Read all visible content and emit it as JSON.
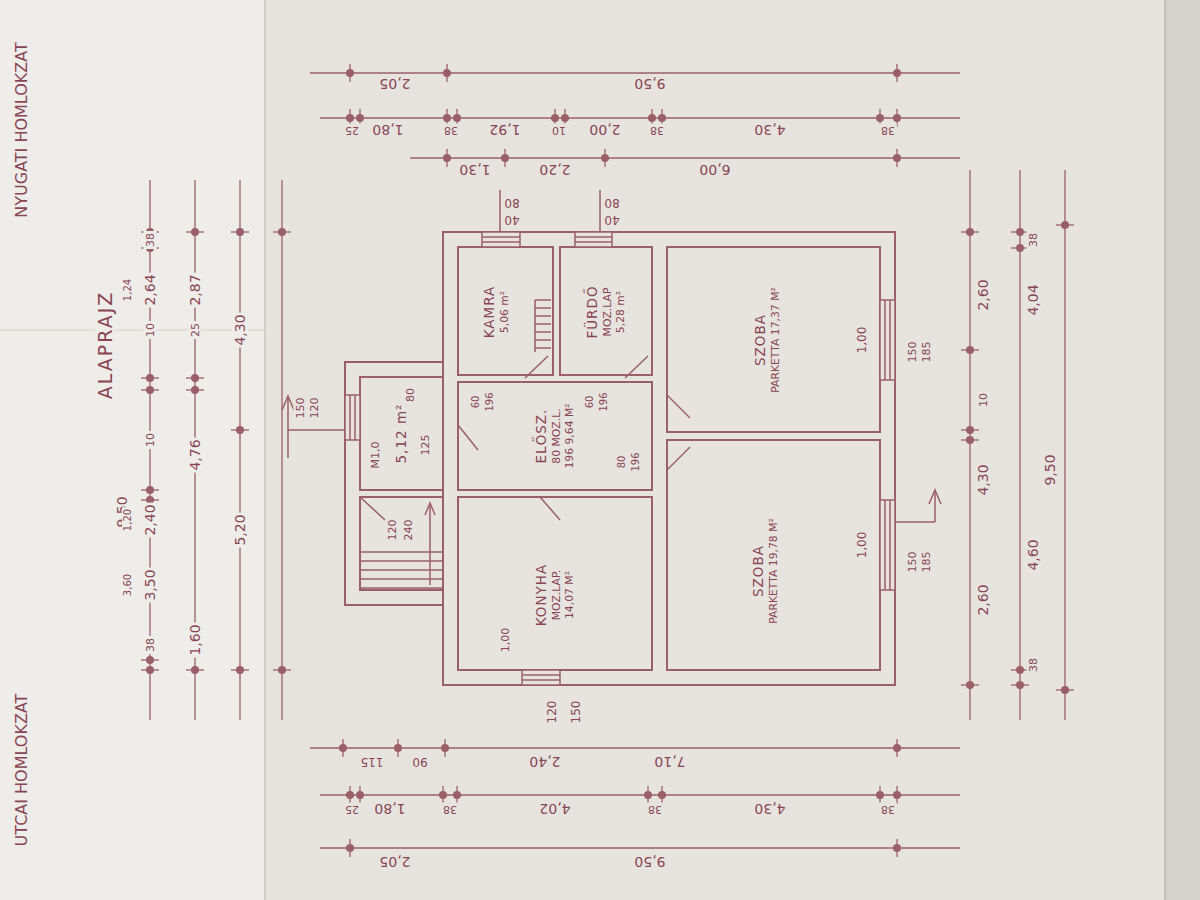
{
  "diagram": {
    "title": "ALAPRAJZ",
    "nodes": [
      {
        "text": [
          "KAMRA",
          "5,06 m²"
        ]
      },
      {
        "text": [
          "FÜRDŐ",
          "MOZ.LAP",
          "5,28 m²"
        ]
      },
      {
        "text": [
          "SZOBA",
          "PARKETTA 17,37 M²"
        ]
      },
      {
        "text": [
          "5,12 m²"
        ]
      },
      {
        "text": [
          "ELŐSZ.",
          "80 MOZ.L.",
          "196 9,64 M²"
        ]
      },
      {
        "text": [
          "KONYHA",
          "MOZ.LAP.",
          "14,07 M²"
        ]
      },
      {
        "text": [
          "SZOBA",
          "PARKETTA 19,78 M²"
        ]
      }
    ],
    "labels": [
      "2,05",
      "9,50",
      "25",
      "1,80",
      "38",
      "1,92",
      "10",
      "2,00",
      "38",
      "4,30",
      "38",
      "1,30",
      "2,20",
      "6,00",
      "80",
      "40",
      "80",
      "40",
      "7,10",
      "2,40",
      "90",
      "115",
      "25",
      "1,80",
      "38",
      "4,02",
      "38",
      "4,30",
      "38",
      "2,05",
      "9,50",
      "120",
      "150",
      "1,00",
      "UTCAI HOMLOKZAT",
      "NYUGATI HOMLOKZAT",
      "9,50",
      "3,60",
      "3,50",
      "10",
      "1,20",
      "2,40",
      "10",
      "1,24",
      "2,64",
      "38",
      "38",
      "1,60",
      "4,76",
      "25",
      "2,87",
      "5,20",
      "4,30",
      "150",
      "120",
      "M1,0",
      "120",
      "240",
      "80",
      "125",
      "60",
      "196",
      "60",
      "196",
      "80",
      "196",
      "150",
      "185",
      "150",
      "185",
      "1,00",
      "1,00",
      "2,60",
      "10",
      "4,30",
      "2,60",
      "38",
      "4,04",
      "4,60",
      "38",
      "9,50"
    ]
  }
}
